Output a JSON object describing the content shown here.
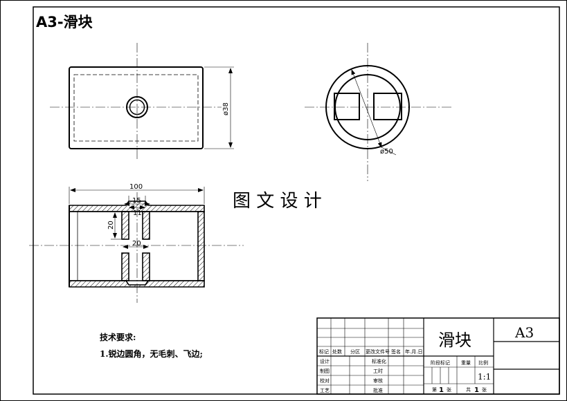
{
  "title": "A3-滑块",
  "watermark": "图 文 设 计",
  "dimensions": {
    "phi38": "ø38",
    "phi50": "ø50",
    "len100": "100",
    "w15": "15",
    "w11": "11",
    "h20": "20",
    "w20": "20"
  },
  "notes": {
    "heading": "技术要求:",
    "item1": "1.锐边圆角，无毛刺、飞边;"
  },
  "title_block": {
    "part_name": "滑块",
    "sheet_size": "A3",
    "scale": "1:1",
    "headers": [
      "标记",
      "处数",
      "分区",
      "更改文件号",
      "签名",
      "年.月.日"
    ],
    "roles": [
      "设计",
      "制图",
      "校对",
      "工艺"
    ],
    "roles2": [
      "标准化",
      "工时",
      "审核",
      "批准"
    ],
    "stage_label": "阶段标记",
    "weight_label": "重量",
    "scale_label": "比例",
    "sheet_prefix": "第",
    "sheet_num": "1",
    "sheet_suffix": "张",
    "total_prefix": "共",
    "total_num": "1",
    "total_suffix": "张"
  }
}
